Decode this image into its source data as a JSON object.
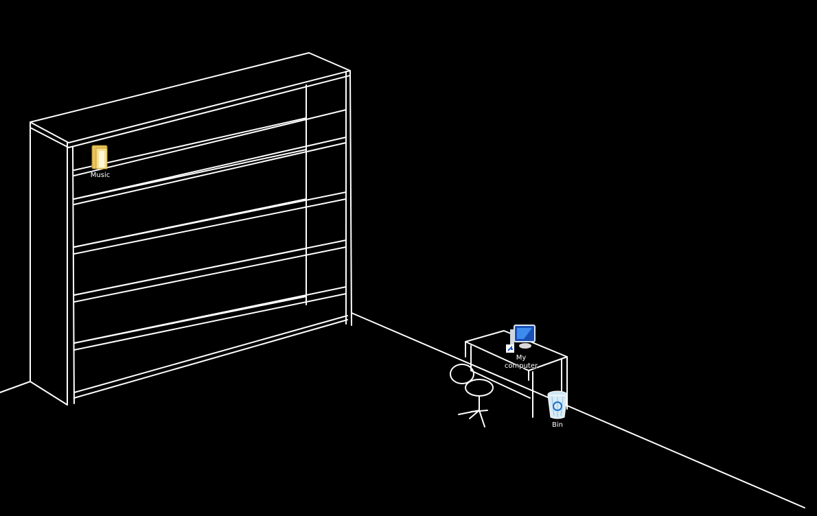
{
  "desktop": {
    "background_color": "#000000",
    "line_color": "#ffffff",
    "icons": [
      {
        "label": "Music",
        "icon": "folder-icon"
      },
      {
        "label": "My\ncomputer",
        "icon": "computer-icon"
      },
      {
        "label": "Bin",
        "icon": "recycle-bin-icon"
      }
    ]
  }
}
